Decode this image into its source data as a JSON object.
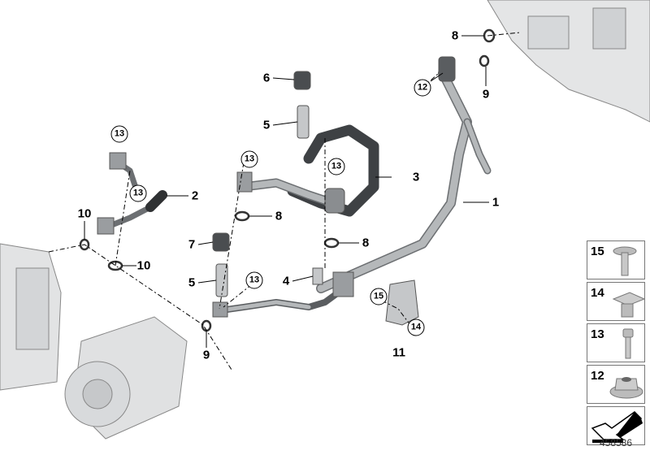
{
  "diagram": {
    "callouts": [
      {
        "label": "8",
        "circled": false
      },
      {
        "label": "9",
        "circled": false
      },
      {
        "label": "12",
        "circled": true
      },
      {
        "label": "6",
        "circled": false
      },
      {
        "label": "5",
        "circled": false
      },
      {
        "label": "13",
        "circled": true
      },
      {
        "label": "13",
        "circled": true
      },
      {
        "label": "13",
        "circled": true
      },
      {
        "label": "3",
        "circled": false
      },
      {
        "label": "2",
        "circled": false
      },
      {
        "label": "13",
        "circled": true
      },
      {
        "label": "10",
        "circled": false
      },
      {
        "label": "8",
        "circled": false
      },
      {
        "label": "1",
        "circled": false
      },
      {
        "label": "8",
        "circled": false
      },
      {
        "label": "7",
        "circled": false
      },
      {
        "label": "10",
        "circled": false
      },
      {
        "label": "5",
        "circled": false
      },
      {
        "label": "13",
        "circled": true
      },
      {
        "label": "4",
        "circled": false
      },
      {
        "label": "15",
        "circled": true
      },
      {
        "label": "14",
        "circled": true
      },
      {
        "label": "11",
        "circled": false
      },
      {
        "label": "9",
        "circled": false
      }
    ],
    "legend": [
      {
        "label": "15",
        "part": "screw-icon"
      },
      {
        "label": "14",
        "part": "clip-nut-icon"
      },
      {
        "label": "13",
        "part": "bolt-icon"
      },
      {
        "label": "12",
        "part": "hex-nut-icon"
      },
      {
        "label": "",
        "part": "direction-arrow-icon"
      }
    ],
    "reference_number": "458586",
    "colors": {
      "hose": "#a9acae",
      "hose_dark": "#4a4d50",
      "line": "#000000"
    }
  }
}
